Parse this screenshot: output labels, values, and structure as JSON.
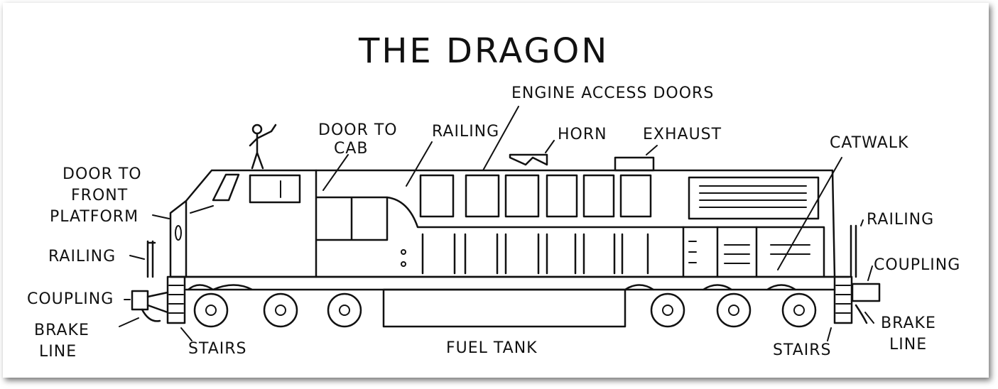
{
  "title": "THE DRAGON",
  "labels": {
    "engine_access_doors": "ENGINE ACCESS DOORS",
    "door_to_cab_1": "DOOR TO",
    "door_to_cab_2": "CAB",
    "railing_top": "RAILING",
    "horn": "HORN",
    "exhaust": "EXHAUST",
    "catwalk": "CATWALK",
    "door_front_1": "DOOR TO",
    "door_front_2": "FRONT",
    "door_front_3": "PLATFORM",
    "railing_left": "RAILING",
    "coupling_left": "COUPLING",
    "brake_left_1": "BRAKE",
    "brake_left_2": "LINE",
    "stairs_left": "STAIRS",
    "fuel_tank": "FUEL TANK",
    "stairs_right": "STAIRS",
    "brake_right_1": "BRAKE",
    "brake_right_2": "LINE",
    "railing_right": "RAILING",
    "coupling_right": "COUPLING"
  }
}
